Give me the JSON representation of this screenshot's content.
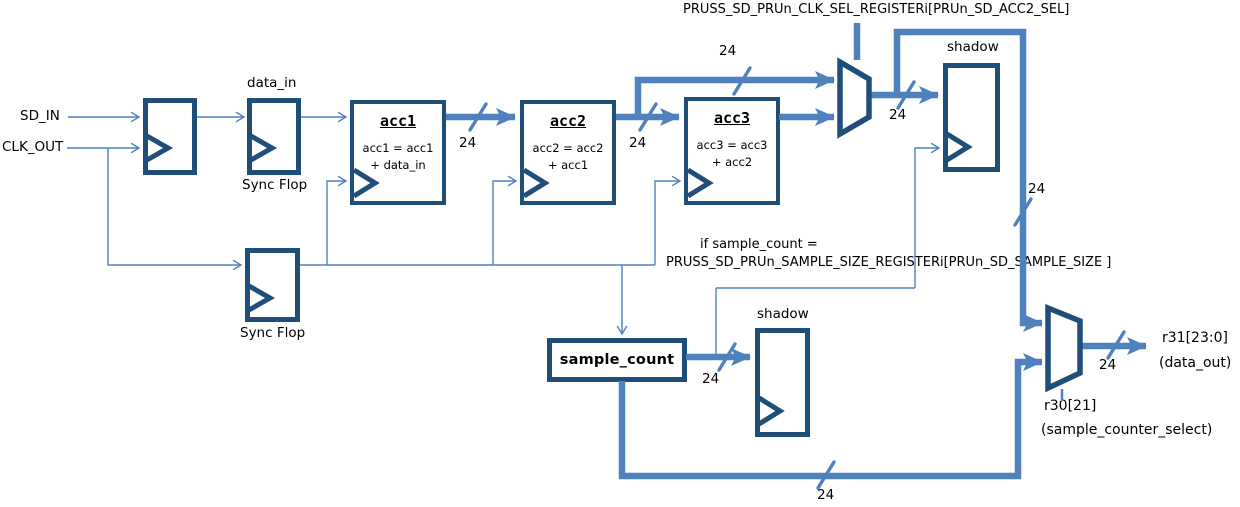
{
  "colors": {
    "wire": "#4F81BD",
    "box_border": "#1F4E79",
    "text": "#000000",
    "background": "#FFFFFF"
  },
  "bus_width": "24",
  "labels": {
    "clk_sel_register": "PRUSS_SD_PRUn_CLK_SEL_REGISTERi[PRUn_SD_ACC2_SEL]",
    "sd_in": "SD_IN",
    "clk_out": "CLK_OUT",
    "data_in": "data_in",
    "sync_flop_top": "Sync Flop",
    "sync_flop_bottom": "Sync Flop",
    "shadow_top": "shadow",
    "shadow_bottom": "shadow",
    "if_line1": "if sample_count =",
    "if_line2": "PRUSS_SD_PRUn_SAMPLE_SIZE_REGISTERi[PRUn_SD_SAMPLE_SIZE ]",
    "r31": "r31[23:0]",
    "r31_sub": "(data_out)",
    "r30": "r30[21]",
    "r30_sub": "(sample_counter_select)"
  },
  "blocks": {
    "acc1": {
      "title": "acc1",
      "line1": "acc1 = acc1",
      "line2": "+ data_in"
    },
    "acc2": {
      "title": "acc2",
      "line1": "acc2 = acc2",
      "line2": "+ acc1"
    },
    "acc3": {
      "title": "acc3",
      "line1": "acc3 = acc3",
      "line2": "+ acc2"
    },
    "sample_count": {
      "title": "sample_count"
    }
  }
}
